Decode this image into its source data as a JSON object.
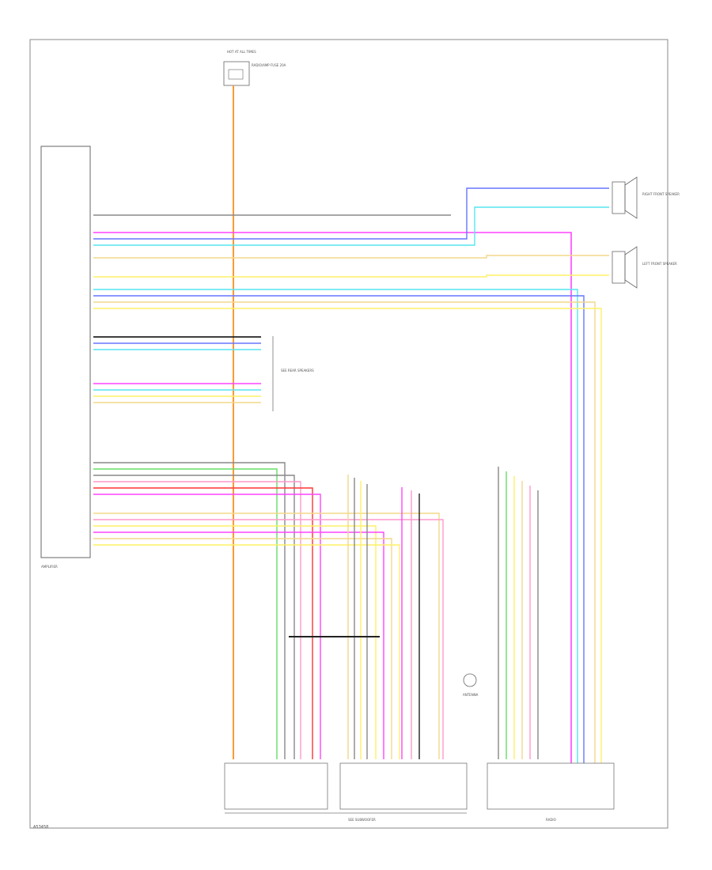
{
  "footer_code": "A53458",
  "fuse": {
    "label": "HOT AT ALL TIMES",
    "box_text": "RADIO/AMP FUSE 20A"
  },
  "speakers_right": [
    {
      "label": "RIGHT FRONT SPEAKER"
    },
    {
      "label": "LEFT FRONT SPEAKER"
    }
  ],
  "components": {
    "amplifier": "AMPLIFIER",
    "radio": "RADIO",
    "bottom_connector_left": "SEE SUBWOOFER",
    "rear_speakers": "SEE REAR SPEAKERS",
    "antenna": "ANTENNA"
  },
  "colors": {
    "orange": "#ff9933",
    "magenta": "#ff44ff",
    "cyan": "#55e6f0",
    "blue": "#6677ff",
    "yellow": "#fff066",
    "tan": "#f2d88a",
    "gray": "#888888",
    "green": "#66dd66",
    "red": "#ff3333",
    "pink": "#ff99cc",
    "black": "#222222"
  }
}
